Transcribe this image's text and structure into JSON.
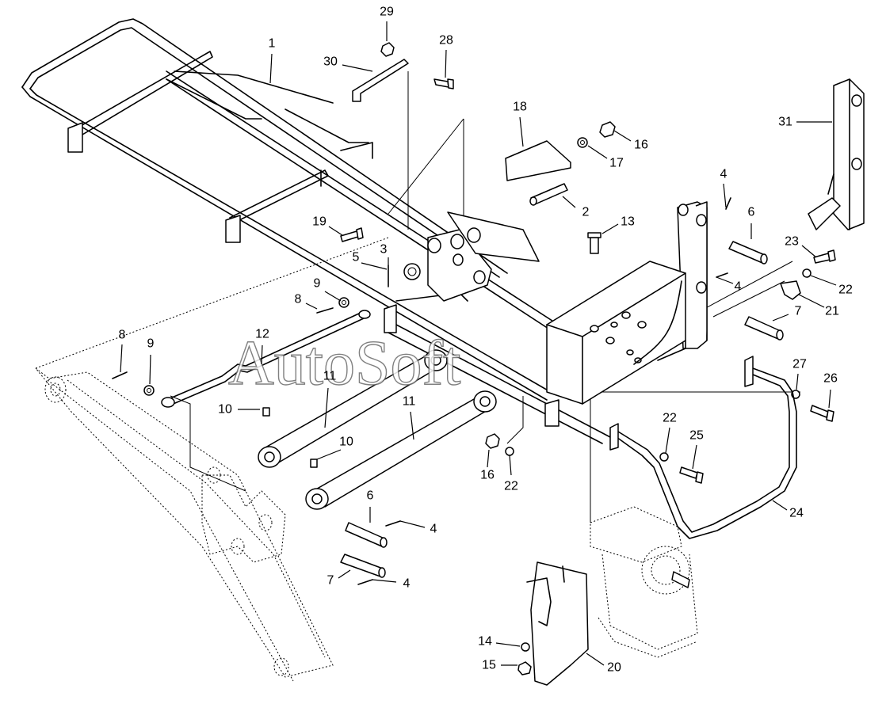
{
  "watermark": "AutoSoft",
  "callouts": [
    {
      "n": "1"
    },
    {
      "n": "2"
    },
    {
      "n": "3"
    },
    {
      "n": "4"
    },
    {
      "n": "4"
    },
    {
      "n": "4"
    },
    {
      "n": "4"
    },
    {
      "n": "5"
    },
    {
      "n": "6"
    },
    {
      "n": "6"
    },
    {
      "n": "7"
    },
    {
      "n": "7"
    },
    {
      "n": "8"
    },
    {
      "n": "8"
    },
    {
      "n": "9"
    },
    {
      "n": "9"
    },
    {
      "n": "10"
    },
    {
      "n": "10"
    },
    {
      "n": "11"
    },
    {
      "n": "11"
    },
    {
      "n": "12"
    },
    {
      "n": "13"
    },
    {
      "n": "14"
    },
    {
      "n": "15"
    },
    {
      "n": "16"
    },
    {
      "n": "16"
    },
    {
      "n": "17"
    },
    {
      "n": "18"
    },
    {
      "n": "19"
    },
    {
      "n": "20"
    },
    {
      "n": "21"
    },
    {
      "n": "22"
    },
    {
      "n": "22"
    },
    {
      "n": "22"
    },
    {
      "n": "23"
    },
    {
      "n": "24"
    },
    {
      "n": "25"
    },
    {
      "n": "26"
    },
    {
      "n": "27"
    },
    {
      "n": "28"
    },
    {
      "n": "29"
    },
    {
      "n": "30"
    },
    {
      "n": "31"
    }
  ]
}
